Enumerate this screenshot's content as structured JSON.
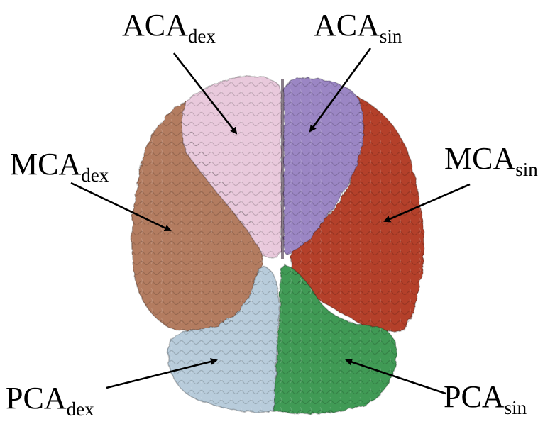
{
  "labels": {
    "aca_dex": {
      "main": "ACA",
      "sub": "dex"
    },
    "aca_sin": {
      "main": "ACA",
      "sub": "sin"
    },
    "mca_dex": {
      "main": "MCA",
      "sub": "dex"
    },
    "mca_sin": {
      "main": "MCA",
      "sub": "sin"
    },
    "pca_dex": {
      "main": "PCA",
      "sub": "dex"
    },
    "pca_sin": {
      "main": "PCA",
      "sub": "sin"
    }
  },
  "colors": {
    "aca_dex": "#e9c9dc",
    "aca_sin": "#9b86c4",
    "mca_dex": "#b37c61",
    "mca_sin": "#b4412c",
    "pca_dex": "#b8ccdb",
    "pca_sin": "#3f9a54",
    "arrow": "#000000"
  }
}
